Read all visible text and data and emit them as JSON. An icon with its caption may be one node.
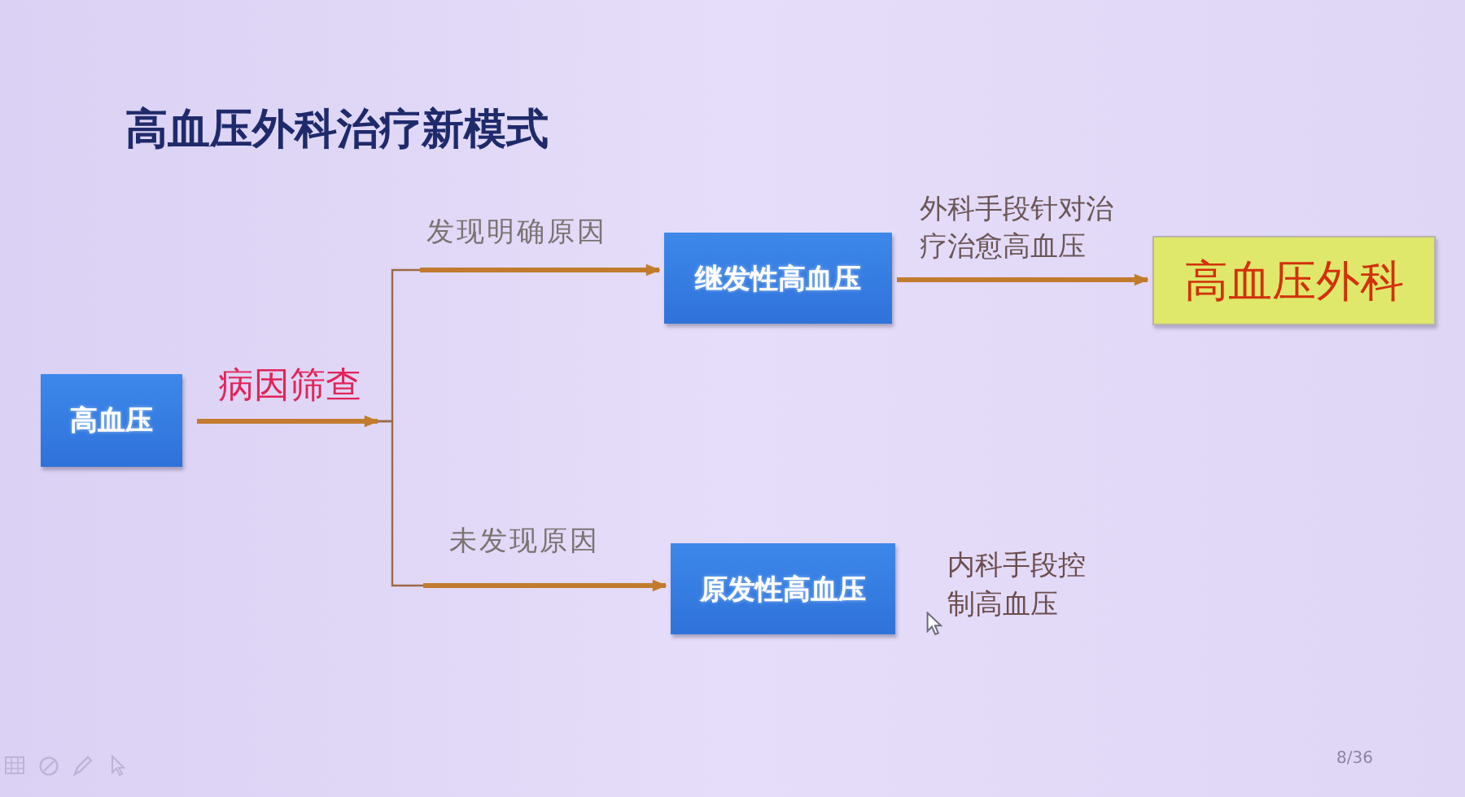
{
  "diagram": {
    "title": "高血压外科治疗新模式",
    "nodes": [
      {
        "text": [
          "高血压"
        ]
      },
      {
        "text": [
          "继发性高血压"
        ]
      },
      {
        "text": [
          "高血压外科"
        ]
      },
      {
        "text": [
          "原发性高血压"
        ],
        "beside": [
          "内科手段控制高血压"
        ]
      }
    ],
    "edges": [
      {
        "from": 0,
        "to": 1,
        "arrow": "to",
        "label": "发现明确原因"
      },
      {
        "from": 0,
        "to": 3,
        "arrow": "to",
        "label": "未发现原因"
      },
      {
        "from": 1,
        "to": 2,
        "arrow": "to",
        "label": "外科手段针对治疗治愈高血压"
      }
    ],
    "labels": [
      "病因筛查",
      "8/36"
    ]
  }
}
